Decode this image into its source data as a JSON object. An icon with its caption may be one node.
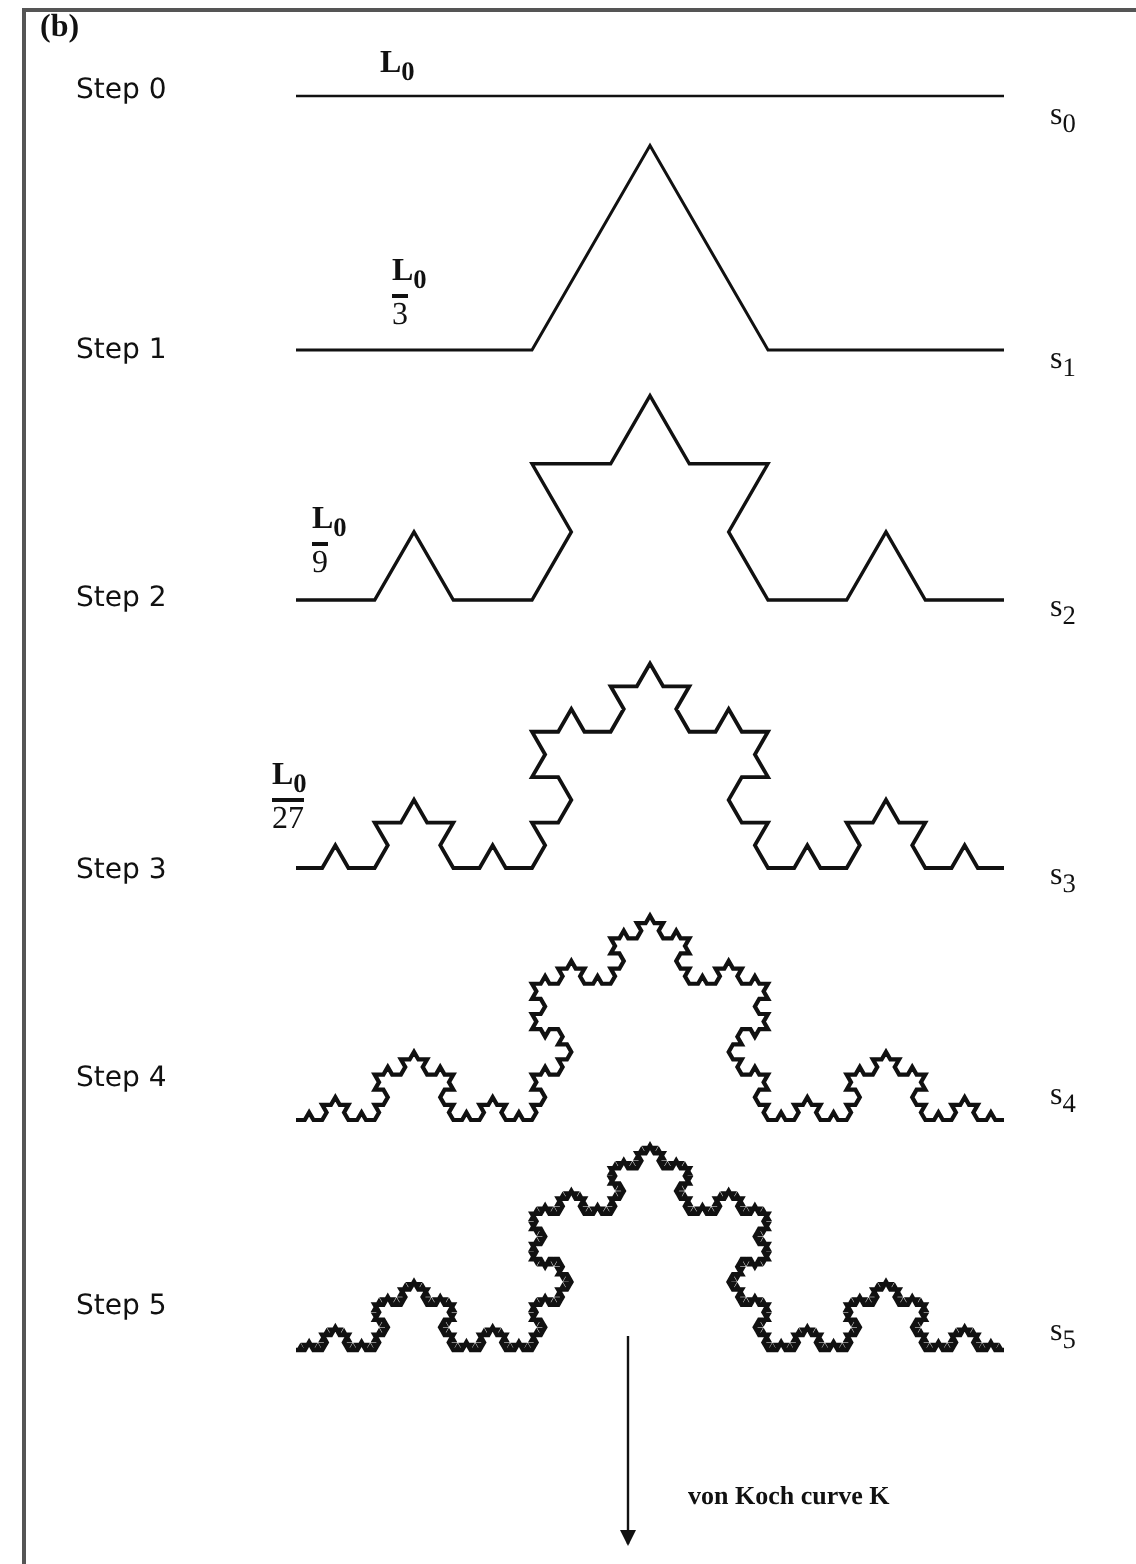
{
  "diagram": {
    "labels": [
      "(b)",
      "Step 0",
      "L$_{0}$",
      "s$_{0}$",
      "L$_{0}$",
      "3",
      "Step 1",
      "s$_{1}$",
      "L$_{0}$",
      "9",
      "Step 2",
      "s$_{2}$",
      "L$_{0}$",
      "27",
      "Step 3",
      "s$_{3}$",
      "Step 4",
      "s$_{4}$",
      "Step 5",
      "s$_{5}$",
      "von Koch curve K"
    ]
  }
}
